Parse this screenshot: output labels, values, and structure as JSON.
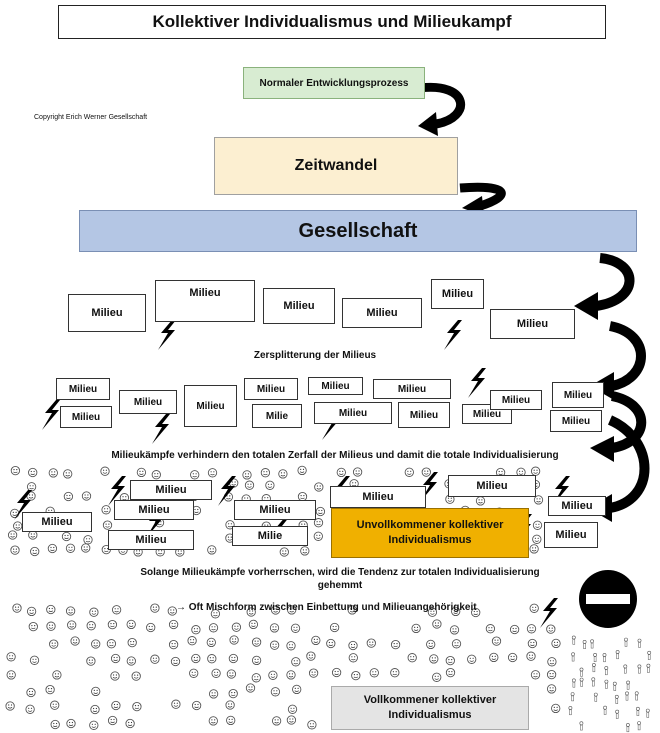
{
  "title": "Kollektiver Individualismus und Milieukampf",
  "copyright": "Copyright Erich Werner Gesellschaft",
  "process": {
    "normal": "Normaler Entwicklungsprozess",
    "zeitwandel": "Zeitwandel",
    "gesellschaft": "Gesellschaft"
  },
  "milieu_label": "Milieu",
  "milie_label": "Milie",
  "milieu_truncated": "Milieu",
  "captions": {
    "zersplitterung": "Zersplitterung der Milieus",
    "milieukaempfe": "Milieukämpfe verhindern den totalen Zerfall der Milieus und damit die totale Individualisierung",
    "solange_line1": "Solange Milieukämpfe vorherrschen, wird die Tendenz zur totalen Individualisierung",
    "solange_line2": "gehemmt",
    "mischform": "→ Oft Mischform zwischen Einbettung und Milieuangehörigkeit"
  },
  "unvollkommen": {
    "line1": "Unvollkommener kollektiver",
    "line2": "Individualismus"
  },
  "vollkommen": {
    "line1": "Vollkommener kollektiver",
    "line2": "Individualismus"
  },
  "colors": {
    "green_box": "#d8ecd2",
    "cream_box": "#fcefd1",
    "blue_box": "#b4c6e4",
    "orange_box": "#f0b000",
    "grey_box": "#e4e4e4"
  },
  "icons": [
    "curved-arrow-icon",
    "lightning-icon",
    "smiley-face-icon",
    "no-entry-icon"
  ]
}
